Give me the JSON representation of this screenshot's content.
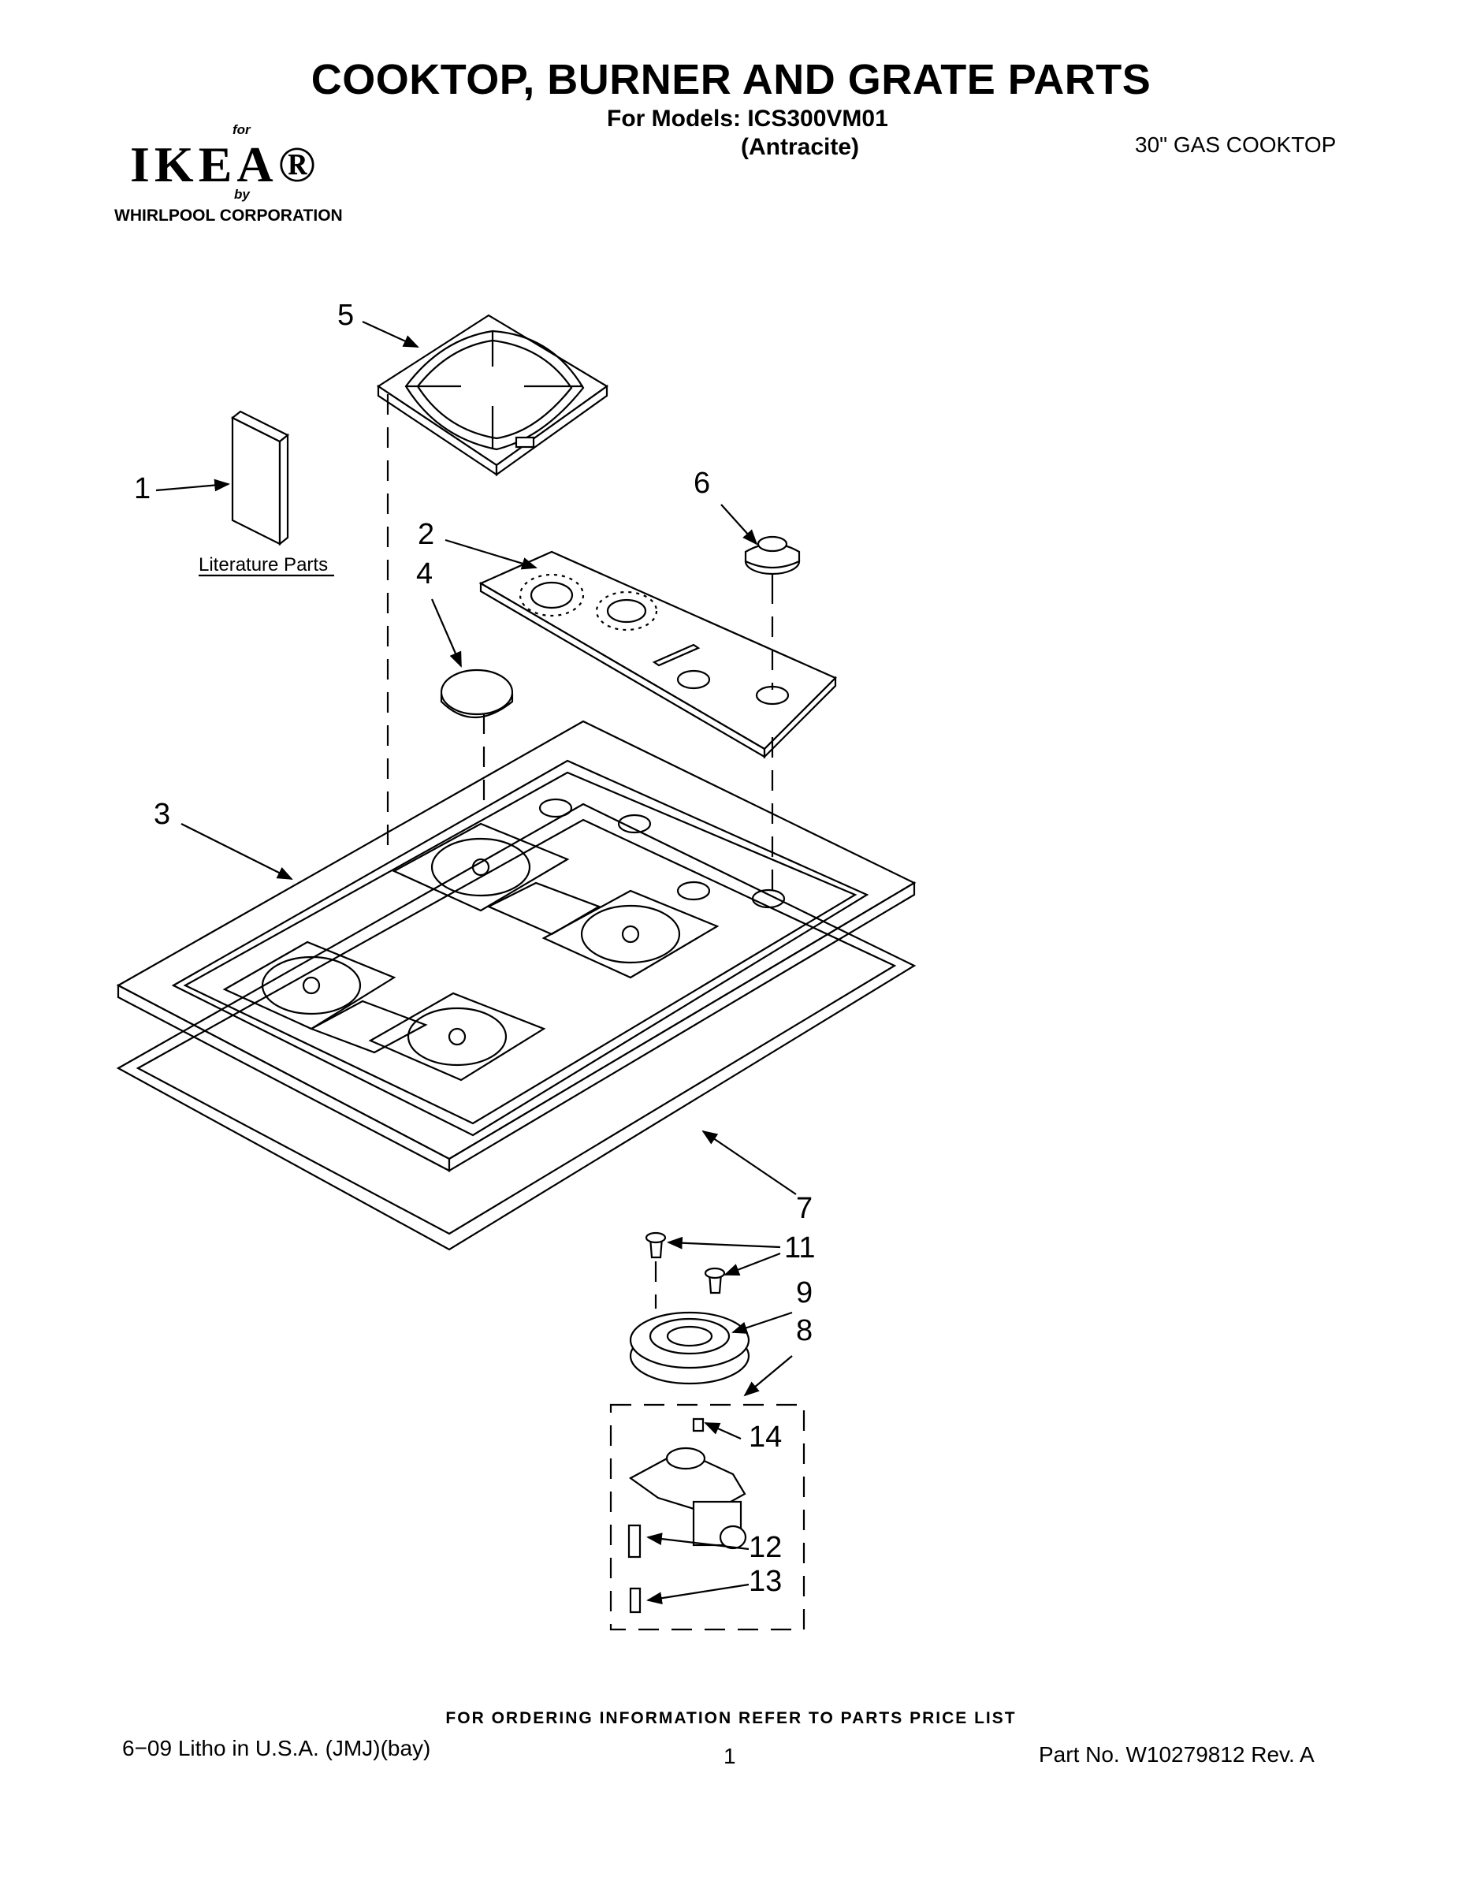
{
  "header": {
    "title": "COOKTOP, BURNER AND GRATE PARTS",
    "models_line": "For Models: ICS300VM01",
    "variant": "(Antracite)",
    "product_type": "30\" GAS COOKTOP"
  },
  "logo": {
    "for_text": "for",
    "brand": "IKEA®",
    "by_text": "by",
    "maker": "WHIRLPOOL  CORPORATION"
  },
  "diagram": {
    "literature_label": "Literature Parts",
    "callouts": [
      "1",
      "2",
      "3",
      "4",
      "5",
      "6",
      "7",
      "8",
      "9",
      "11",
      "12",
      "13",
      "14"
    ]
  },
  "footer": {
    "ordering_note": "FOR ORDERING INFORMATION REFER TO PARTS PRICE LIST",
    "litho": "6−09 Litho in U.S.A. (JMJ)(bay)",
    "page": "1",
    "part_no": "Part No. W10279812 Rev. A"
  }
}
